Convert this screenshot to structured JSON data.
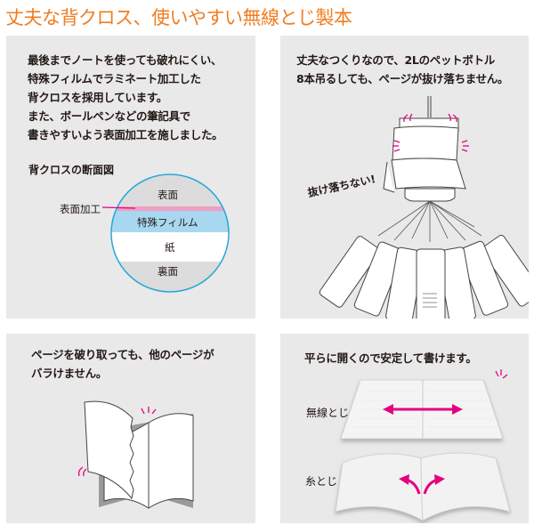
{
  "page": {
    "title": "丈夫な背クロス、使いやすい無線とじ製本"
  },
  "colors": {
    "title": "#ef7d22",
    "panel_bg": "#e9e9e9",
    "accent_pink": "#e4007f",
    "circle_border": "#29a6dc",
    "film_blue": "#a8d8f0",
    "surface_pink": "#f19ec2",
    "layer_gray": "#dcdcdc"
  },
  "panels": [
    {
      "id": "back-cloth",
      "lines": [
        "最後までノートを使っても破れにくい、",
        "特殊フィルムでラミネート加工した",
        "背クロスを採用しています。",
        "また、ボールペンなどの筆記具で",
        "書きやすいよう表面加工を施しました。"
      ],
      "diagram_title": "背クロスの断面図",
      "callout": "表面加工",
      "layers": [
        "表面",
        "特殊フィルム",
        "紙",
        "裏面"
      ]
    },
    {
      "id": "bottle-test",
      "lines": [
        "丈夫なつくりなので、2Lのペットボトル",
        "8本吊るしても、ページが抜け落ちません。"
      ],
      "annotation": "抜け落ちない!",
      "bottle_count": 8
    },
    {
      "id": "tear-page",
      "lines": [
        "ページを破り取っても、他のページが",
        "バラけません。"
      ]
    },
    {
      "id": "lay-flat",
      "lines": [
        "平らに開くので安定して書けます。"
      ],
      "labels": [
        "無線とじ",
        "糸とじ"
      ]
    }
  ],
  "icons": {
    "diagram1": "cross-section-circle-icon",
    "diagram2": "hanging-notebook-bottles-icon",
    "diagram3": "torn-page-notebook-icon",
    "diagram4": "open-notebook-comparison-icon"
  }
}
